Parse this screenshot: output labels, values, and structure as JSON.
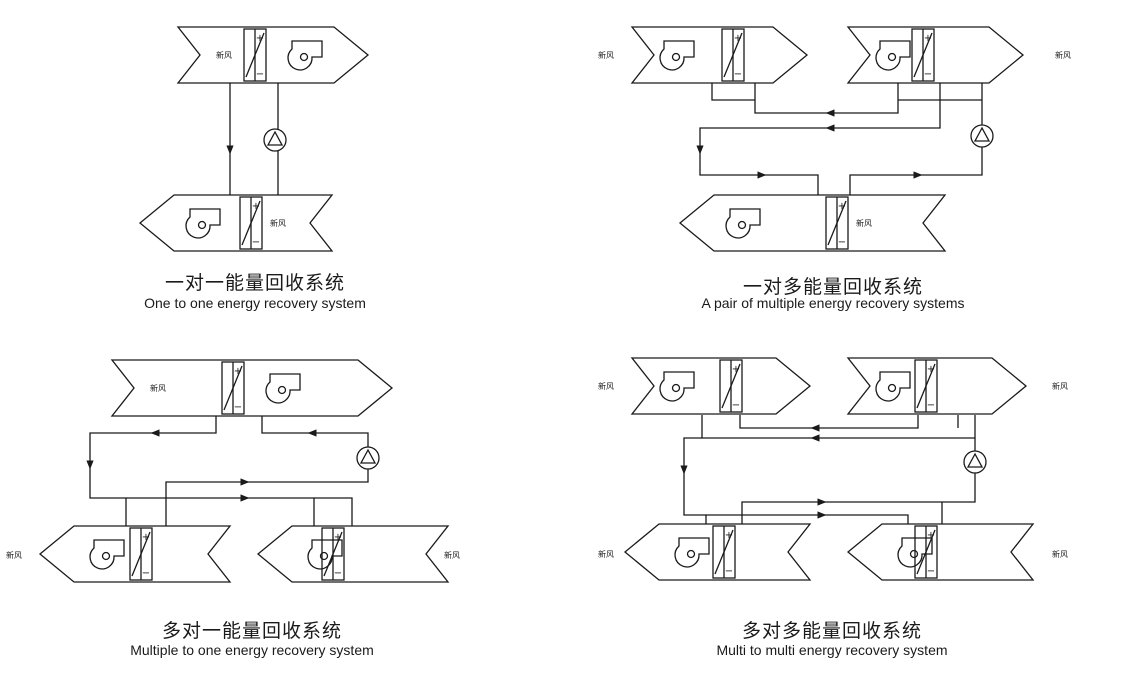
{
  "unit_label": "新风",
  "signs": {
    "plus": "+",
    "minus": "−"
  },
  "panels": [
    {
      "title_cn": "一对一能量回收系统",
      "title_en": "One to one energy recovery system"
    },
    {
      "title_cn": "一对多能量回收系统",
      "title_en": "A pair of multiple energy recovery systems"
    },
    {
      "title_cn": "多对一能量回收系统",
      "title_en": "Multiple to one energy recovery system"
    },
    {
      "title_cn": "多对多能量回收系统",
      "title_en": "Multi to multi energy recovery system"
    }
  ],
  "colors": {
    "line": "#1a1a1a",
    "background": "#ffffff"
  }
}
